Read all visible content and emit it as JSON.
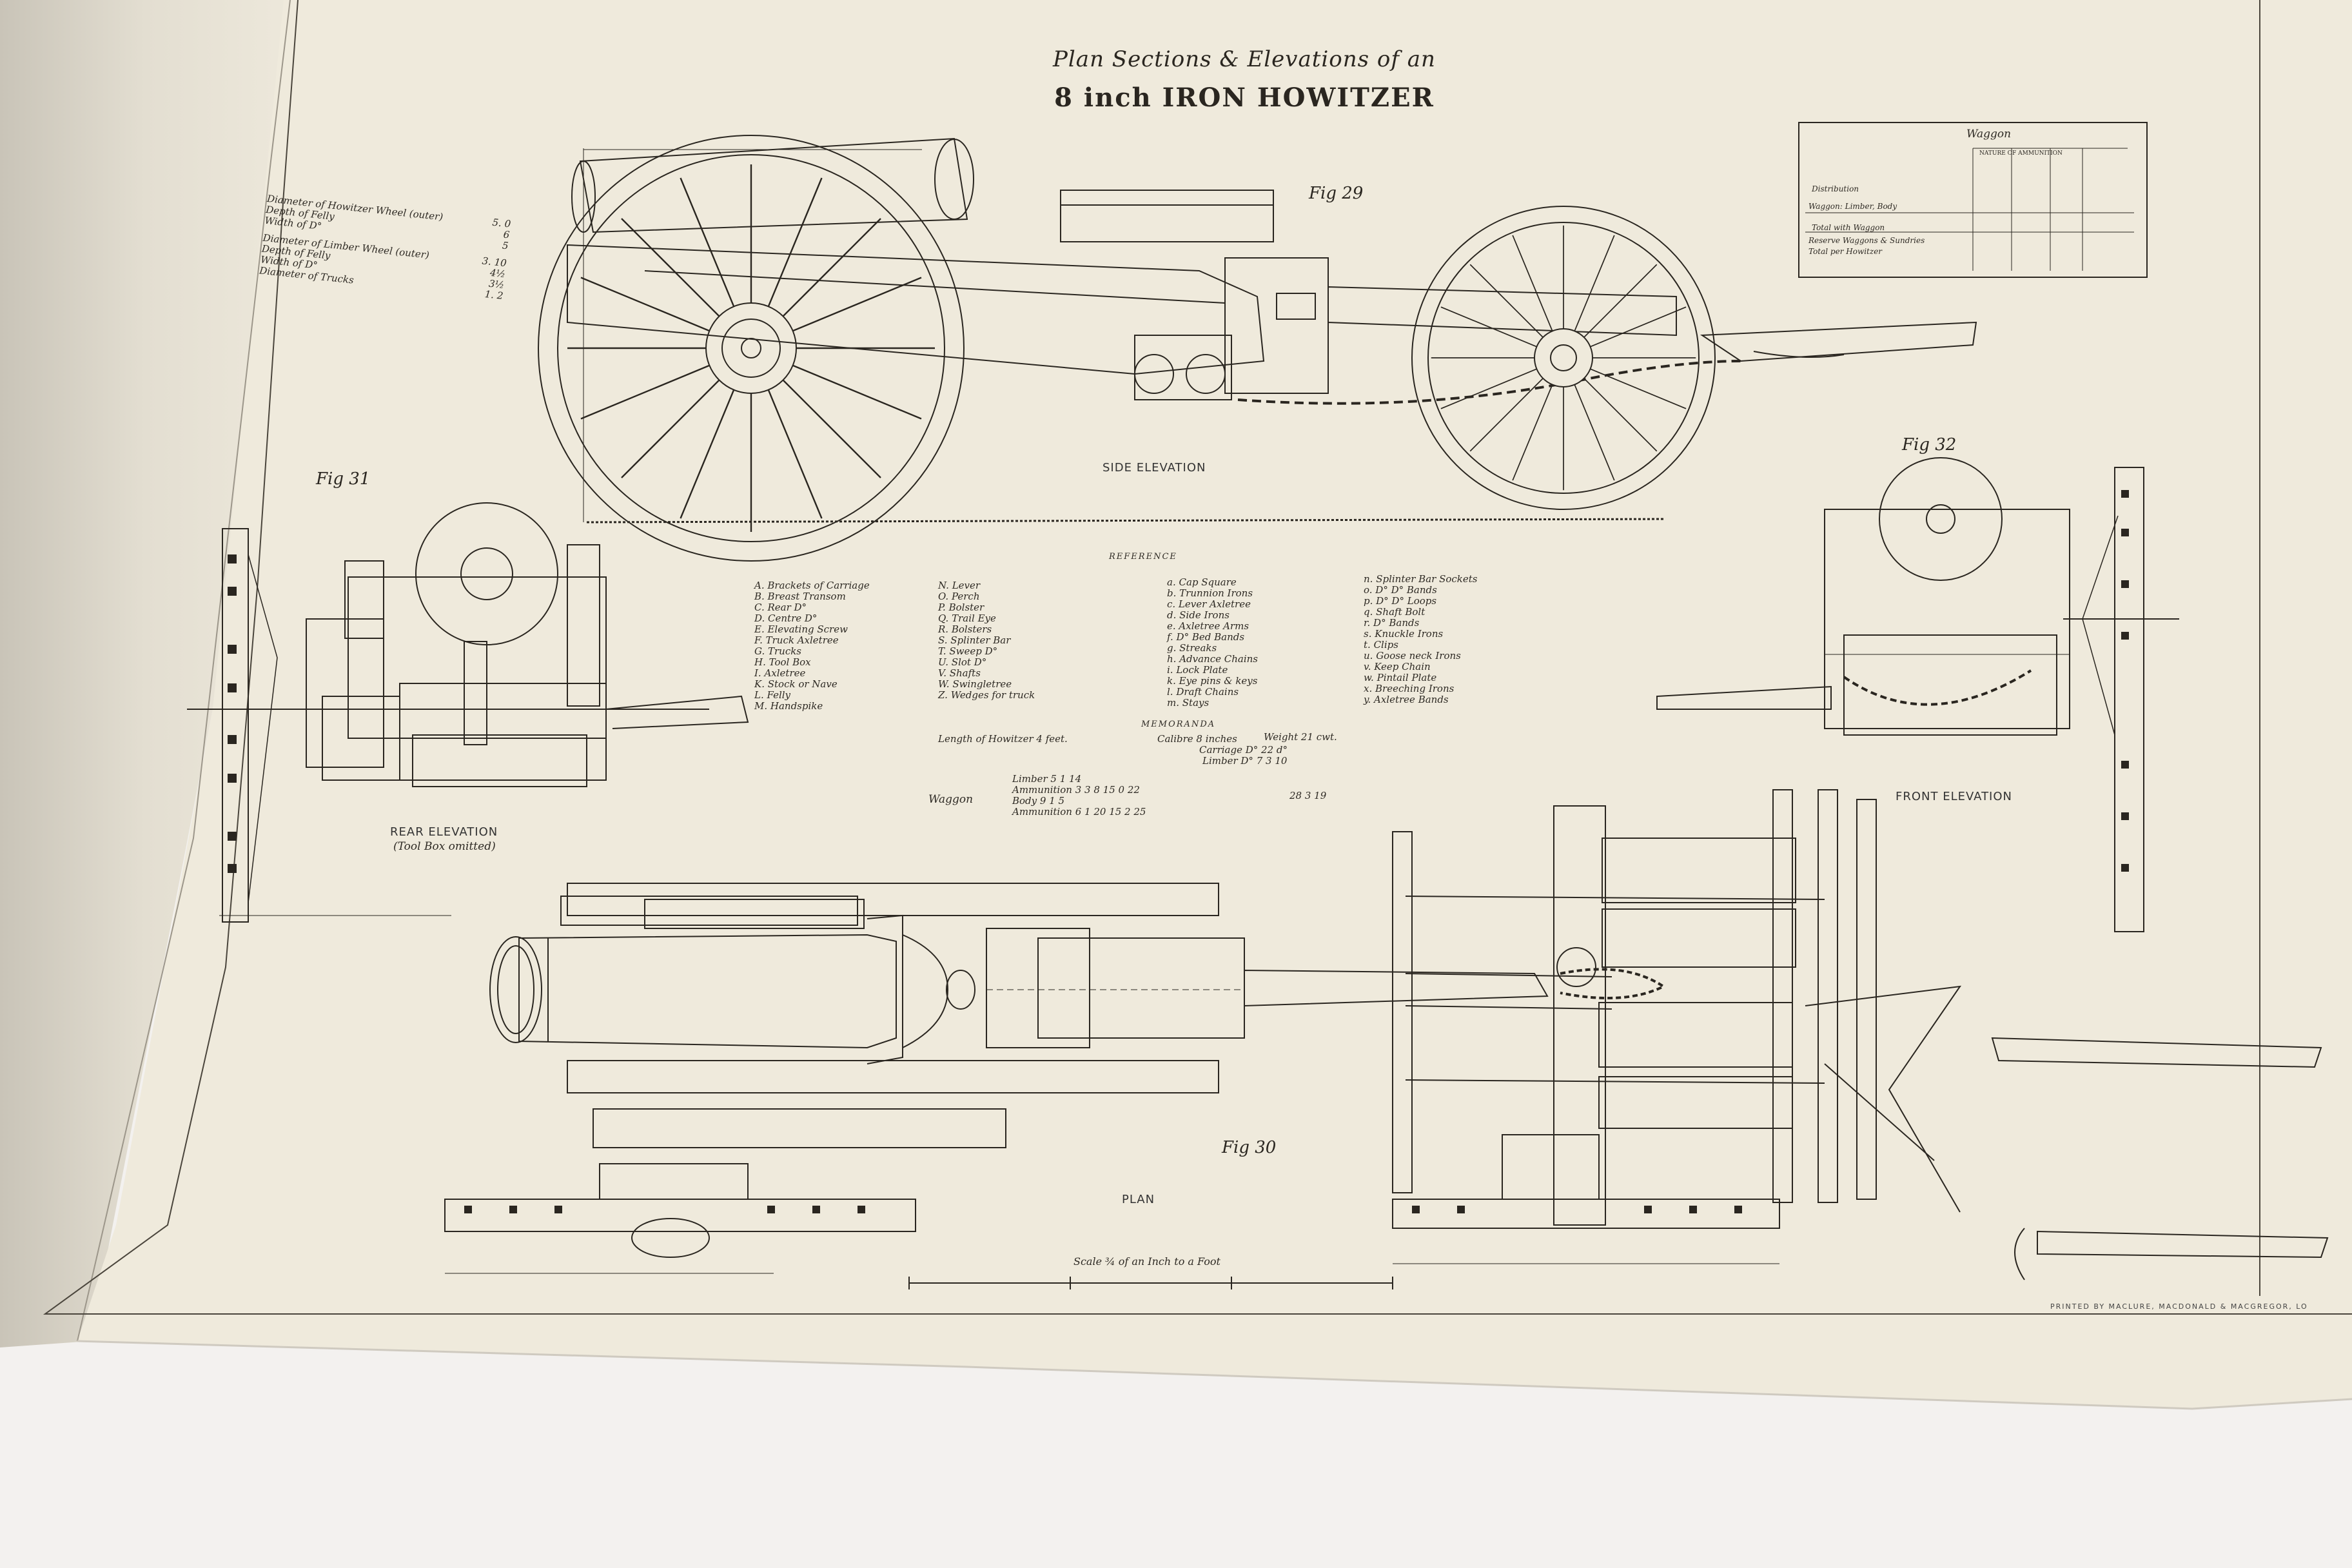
{
  "title": {
    "line1": "Plan Sections & Elevations of an",
    "line2": "8 inch IRON HOWITZER"
  },
  "figures": {
    "fig29": "Fig 29",
    "fig30": "Fig 30",
    "fig31": "Fig 31",
    "fig32": "Fig 32"
  },
  "views": {
    "side": "SIDE ELEVATION",
    "rear": "REAR ELEVATION",
    "rear_note": "(Tool Box omitted)",
    "front": "FRONT ELEVATION",
    "plan": "PLAN"
  },
  "dimensions_table": [
    {
      "label": "Diameter of Howitzer Wheel (outer)",
      "value": "5. 0"
    },
    {
      "label": "Depth of Felly",
      "value": "6"
    },
    {
      "label": "Width of D°",
      "value": "5"
    },
    {
      "label": "Diameter of Limber Wheel (outer)",
      "value": "3. 10"
    },
    {
      "label": "Depth of Felly",
      "value": "4½"
    },
    {
      "label": "Width of D°",
      "value": "3½"
    },
    {
      "label": "Diameter of Trucks",
      "value": "1. 2"
    }
  ],
  "waggon_table": {
    "heading": "Waggon",
    "subheading": "NATURE OF AMMUNITION",
    "rows": [
      "Distribution",
      "Waggon: Limber, Body",
      "Total with Waggon",
      "Reserve Waggons & Sundries",
      "Total per Howitzer"
    ]
  },
  "reference": {
    "heading": "REFERENCE",
    "col1": [
      "A. Brackets of Carriage",
      "B. Breast Transom",
      "C. Rear D°",
      "D. Centre D°",
      "E. Elevating Screw",
      "F. Truck Axletree",
      "G. Trucks",
      "H. Tool Box",
      "I. Axletree",
      "K. Stock or Nave",
      "L. Felly",
      "M. Handspike"
    ],
    "col2": [
      "N. Lever",
      "O. Perch",
      "P. Bolster",
      "Q. Trail Eye",
      "R. Bolsters",
      "S. Splinter Bar",
      "T. Sweep D°",
      "U. Slot D°",
      "V. Shafts",
      "W. Swingletree",
      "Z. Wedges for truck"
    ],
    "col3": [
      "a. Cap Square",
      "b. Trunnion Irons",
      "c. Lever Axletree",
      "d. Side Irons",
      "e. Axletree Arms",
      "f. D° Bed Bands",
      "g. Streaks",
      "h. Advance Chains",
      "i. Lock Plate",
      "k. Eye pins & keys",
      "l. Draft Chains",
      "m. Stays"
    ],
    "col4": [
      "n. Splinter Bar Sockets",
      "o. D° D° Bands",
      "p. D° D° Loops",
      "q. Shaft Bolt",
      "r. D° Bands",
      "s. Knuckle Irons",
      "t. Clips",
      "u. Goose neck Irons",
      "v. Keep Chain",
      "w. Pintail Plate",
      "x. Breeching Irons",
      "y. Axletree Bands"
    ]
  },
  "memoranda": {
    "heading": "MEMORANDA",
    "howitzer": "Length of Howitzer 4 feet.",
    "calibre": "Calibre 8 inches",
    "weight": "Weight 21 cwt.",
    "carriage": "Carriage D° 22 d°",
    "limber": "Limber D° 7 3 10",
    "waggon_label": "Waggon",
    "waggon_rows": [
      {
        "item": "Limber",
        "a": "5 1 14",
        "b": ""
      },
      {
        "item": "Ammunition",
        "a": "3 3 8",
        "b": "15 0 22"
      },
      {
        "item": "Body",
        "a": "9 1 5",
        "b": ""
      },
      {
        "item": "Ammunition",
        "a": "6 1 20",
        "b": "15 2 25"
      }
    ],
    "total": "28 3 19"
  },
  "scale": "Scale ¾ of an Inch to a Foot",
  "printer": "PRINTED BY MACLURE, MACDONALD & MACGREGOR, LO"
}
